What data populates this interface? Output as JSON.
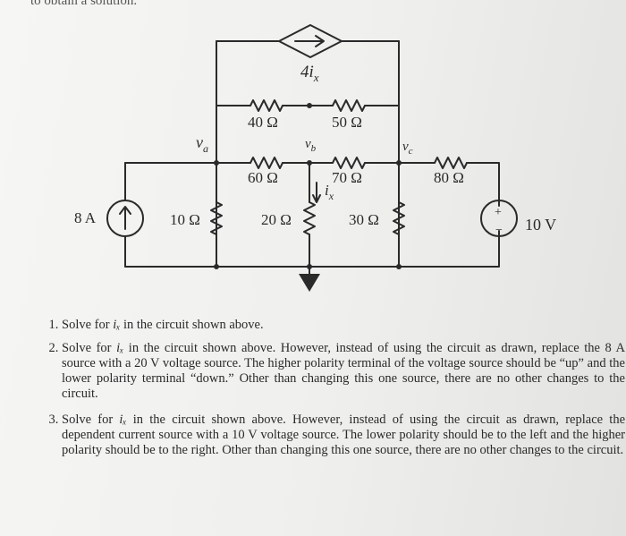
{
  "header": {
    "cutoff_text": "to obtain a solution."
  },
  "circuit": {
    "dep_source_label": "4i",
    "dep_source_sub": "x",
    "r40": "40 Ω",
    "r50": "50 Ω",
    "r60": "60 Ω",
    "r70": "70 Ω",
    "r80": "80 Ω",
    "r10": "10 Ω",
    "r20": "20 Ω",
    "r30": "30 Ω",
    "node_a": "v",
    "node_a_sub": "a",
    "node_b": "v",
    "node_b_sub": "b",
    "node_c": "v",
    "node_c_sub": "c",
    "ix_label": "i",
    "ix_sub": "x",
    "current_source": "8 A",
    "voltage_source": "10 V",
    "plus": "+",
    "minus": "−"
  },
  "problems": {
    "p1": {
      "before": "Solve for ",
      "var": "iₓ",
      "after": " in the circuit shown above."
    },
    "p2": {
      "before": "Solve for ",
      "var": "iₓ",
      "after": " in the circuit shown above. However, instead of using the circuit as drawn, replace the 8 A source with a 20 V voltage source. The higher polarity terminal of the voltage source should be “up” and the lower polarity terminal “down.” Other than changing this one source, there are no other changes to the circuit."
    },
    "p3": {
      "before": "Solve for ",
      "var": "iₓ",
      "after": " in the circuit shown above. However, instead of using the circuit as drawn, replace the dependent current source with a 10 V voltage source. The lower polarity should be to the left and the higher polarity should be to the right. Other than changing this one source, there are no other changes to the circuit."
    }
  }
}
